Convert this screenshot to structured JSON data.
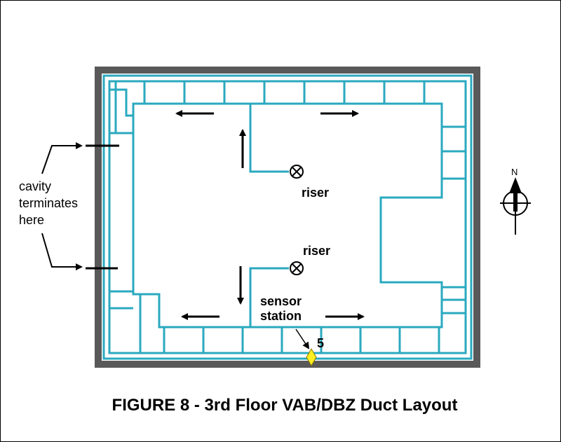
{
  "title": "FIGURE 8 - 3rd Floor VAB/DBZ Duct Layout",
  "labels": {
    "riser_upper": "riser",
    "riser_lower": "riser",
    "sensor_line1": "sensor",
    "sensor_line2": "station",
    "station_number": "5",
    "cavity_line1": "cavity",
    "cavity_line2": "terminates",
    "cavity_line3": "here",
    "north": "N"
  },
  "colors": {
    "wall": "#595959",
    "duct": "#2aa9bf",
    "marker": "#ffee22",
    "ink": "#000000"
  }
}
